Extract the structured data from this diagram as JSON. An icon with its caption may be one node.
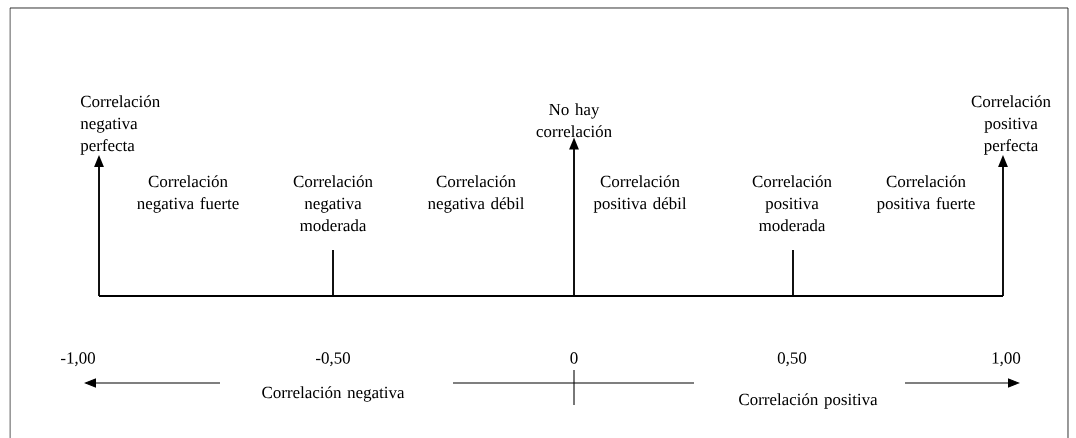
{
  "diagram": {
    "nodes": [
      {
        "text": [
          "Correlación negativa perfecta"
        ]
      },
      {
        "text": [
          "No hay correlación"
        ]
      },
      {
        "text": [
          "Correlación positiva perfecta"
        ]
      }
    ],
    "edges": [
      {
        "from": null,
        "to": 0,
        "arrow": "to"
      },
      {
        "from": null,
        "to": 1,
        "arrow": "to"
      },
      {
        "from": null,
        "to": 2,
        "arrow": "to"
      }
    ],
    "labels": [
      "Correlación negativa fuerte",
      "Correlación negativa moderada",
      "Correlación negativa débil",
      "Correlación positiva débil",
      "Correlación positiva moderada",
      "Correlación positiva fuerte",
      "-1,00",
      "-0,50",
      "0",
      "0,50",
      "1,00",
      "Correlación negativa",
      "Correlación positiva"
    ]
  }
}
